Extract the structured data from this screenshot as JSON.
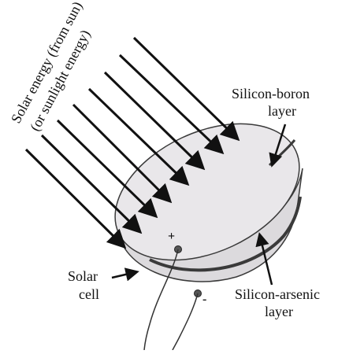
{
  "labels": {
    "solar_energy_line1": "Solar energy (from sun)",
    "solar_energy_line2": "(or sunlight energy)",
    "boron_line1": "Silicon-boron",
    "boron_line2": "layer",
    "arsenic_line1": "Silicon-arsenic",
    "arsenic_line2": "layer",
    "cell_line1": "Solar",
    "cell_line2": "cell",
    "plus": "+",
    "minus": "-"
  },
  "ray_count": 8,
  "colors": {
    "ink": "#111111",
    "cell_face": "#e9e7ea",
    "cell_side": "#dcdadd",
    "cell_outline": "#3a3a3a"
  }
}
